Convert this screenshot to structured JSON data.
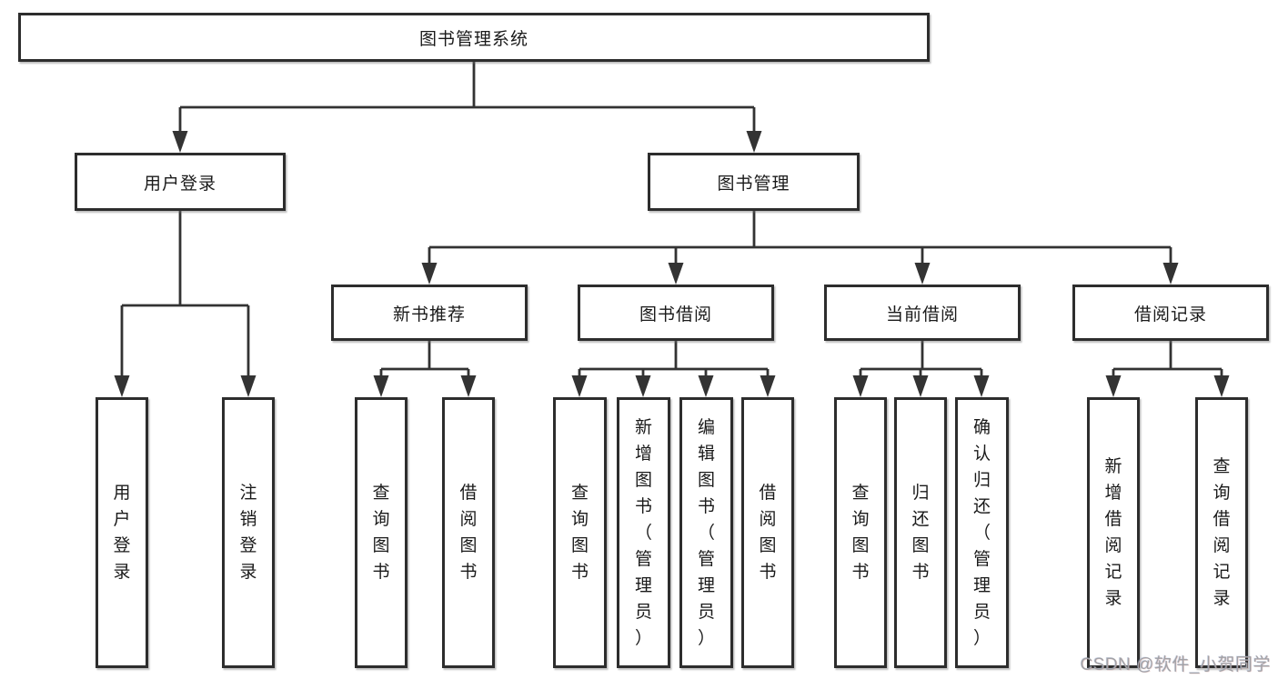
{
  "diagram": {
    "type": "hierarchy",
    "colors": {
      "line": "#333333",
      "box_border": "#2d2d2d",
      "text": "#1a1a1a",
      "watermark": "#a2a2a6",
      "background": "#ffffff"
    },
    "tree": {
      "root": {
        "label": "图书管理系统"
      },
      "branches": [
        {
          "label": "用户登录",
          "children": [
            {
              "label": "用户登录"
            },
            {
              "label": "注销登录"
            }
          ]
        },
        {
          "label": "图书管理",
          "sections": [
            {
              "label": "新书推荐",
              "children": [
                {
                  "label": "查询图书"
                },
                {
                  "label": "借阅图书"
                }
              ]
            },
            {
              "label": "图书借阅",
              "children": [
                {
                  "label": "查询图书"
                },
                {
                  "label": "新增图书（管理员）"
                },
                {
                  "label": "编辑图书（管理员）"
                },
                {
                  "label": "借阅图书"
                }
              ]
            },
            {
              "label": "当前借阅",
              "children": [
                {
                  "label": "查询图书"
                },
                {
                  "label": "归还图书"
                },
                {
                  "label": "确认归还（管理员）"
                }
              ]
            },
            {
              "label": "借阅记录",
              "children": [
                {
                  "label": "新增借阅记录"
                },
                {
                  "label": "查询借阅记录"
                }
              ]
            }
          ]
        }
      ]
    },
    "watermark": "CSDN @软件_小贺同学"
  }
}
